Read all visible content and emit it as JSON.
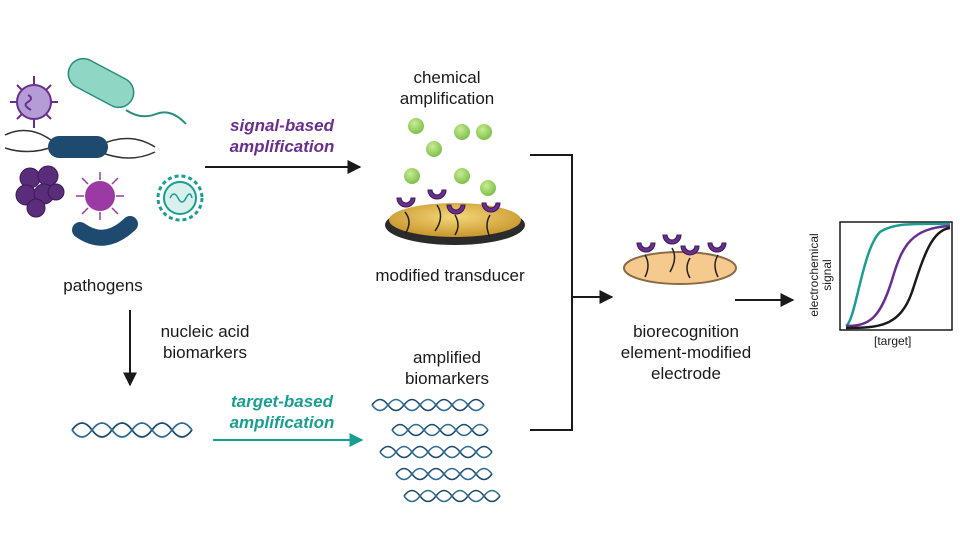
{
  "labels": {
    "pathogens": "pathogens",
    "chemical_amplification_1": "chemical",
    "chemical_amplification_2": "amplification",
    "signal_based_1": "signal-based",
    "signal_based_2": "amplification",
    "modified_transducer": "modified transducer",
    "nucleic_acid_1": "nucleic acid",
    "nucleic_acid_2": "biomarkers",
    "target_based_1": "target-based",
    "target_based_2": "amplification",
    "amplified_1": "amplified",
    "amplified_2": "biomarkers",
    "electrode_1": "biorecognition",
    "electrode_2": "element-modified",
    "electrode_3": "electrode"
  },
  "chart": {
    "ylabel_1": "electrochemical",
    "ylabel_2": "signal",
    "xlabel": "[target]"
  },
  "colors": {
    "purple": "#6a2f8e",
    "teal": "#1a9e92",
    "navy": "#1d4a6e",
    "green": "#9ed36a",
    "gold": "#e6b84a",
    "peach": "#f6c98e"
  }
}
